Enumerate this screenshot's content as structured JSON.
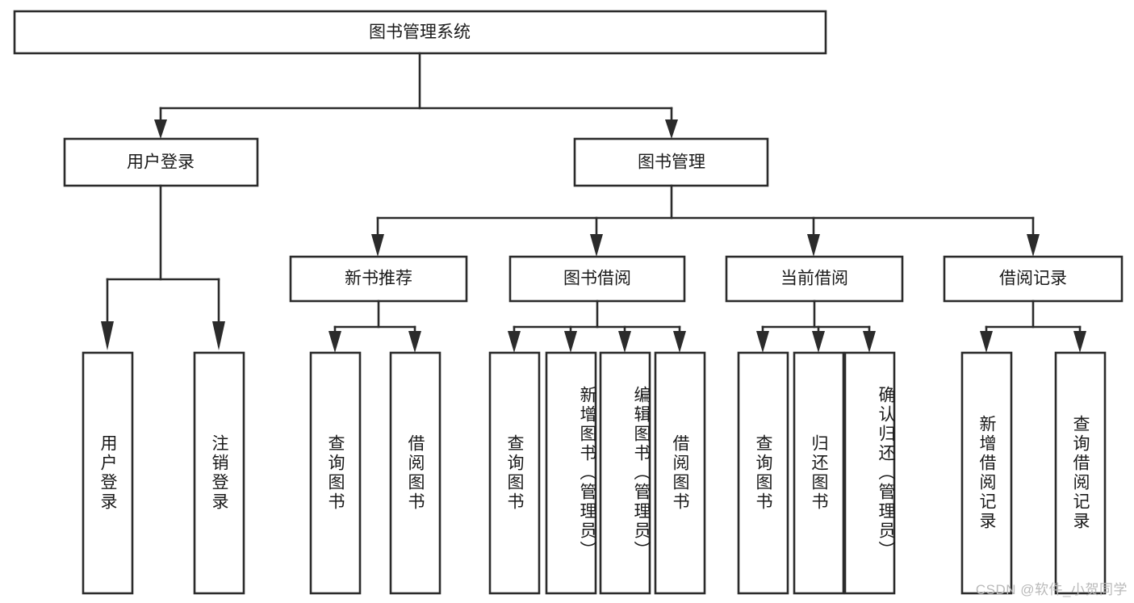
{
  "diagram": {
    "title": "图书管理系统",
    "type": "tree-hierarchy-diagram",
    "colors": {
      "box_stroke": "#2b2b2b",
      "box_fill": "#ffffff",
      "text": "#1a1a1a",
      "background": "#ffffff",
      "watermark": "#b9b9b9"
    },
    "root": {
      "label": "图书管理系统"
    },
    "level2": [
      {
        "id": "user-login",
        "label": "用户登录"
      },
      {
        "id": "book-manage",
        "label": "图书管理"
      }
    ],
    "level3": [
      {
        "id": "new-book-recommend",
        "label": "新书推荐"
      },
      {
        "id": "book-borrow",
        "label": "图书借阅"
      },
      {
        "id": "current-borrow",
        "label": "当前借阅"
      },
      {
        "id": "borrow-record",
        "label": "借阅记录"
      }
    ],
    "leaves": {
      "user_login": [
        {
          "id": "leaf-user-login",
          "label": "用户登录"
        },
        {
          "id": "leaf-logout-login",
          "label": "注销登录"
        }
      ],
      "new_book_recommend": [
        {
          "id": "leaf-query-book-1",
          "label": "查询图书"
        },
        {
          "id": "leaf-borrow-book-1",
          "label": "借阅图书"
        }
      ],
      "book_borrow": [
        {
          "id": "leaf-query-book-2",
          "label": "查询图书"
        },
        {
          "id": "leaf-add-book",
          "label": "新增图书（管理员）"
        },
        {
          "id": "leaf-edit-book",
          "label": "编辑图书（管理员）"
        },
        {
          "id": "leaf-borrow-book-2",
          "label": "借阅图书"
        }
      ],
      "current_borrow": [
        {
          "id": "leaf-query-book-3",
          "label": "查询图书"
        },
        {
          "id": "leaf-return-book",
          "label": "归还图书"
        },
        {
          "id": "leaf-confirm-return",
          "label": "确认归还（管理员）"
        }
      ],
      "borrow_record": [
        {
          "id": "leaf-add-record",
          "label": "新增借阅记录"
        },
        {
          "id": "leaf-query-record",
          "label": "查询借阅记录"
        }
      ]
    }
  },
  "watermark": {
    "text": "CSDN @软件_小贺同学"
  }
}
